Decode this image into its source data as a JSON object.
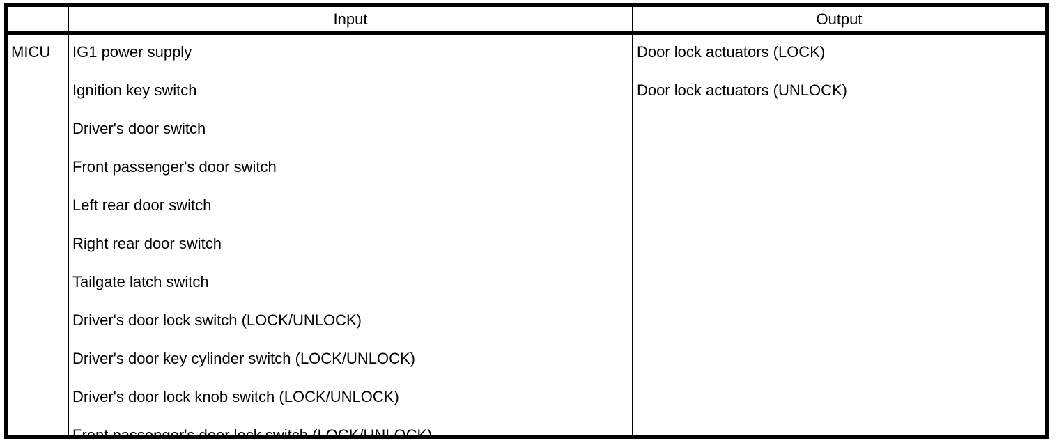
{
  "table": {
    "columns": [
      {
        "key": "system",
        "header": ""
      },
      {
        "key": "input",
        "header": "Input"
      },
      {
        "key": "output",
        "header": "Output"
      }
    ],
    "header": {
      "corner": "",
      "input": "Input",
      "output": "Output"
    },
    "rows": [
      {
        "system": "MICU",
        "input": [
          "IG1 power supply",
          "Ignition key switch",
          "Driver's door switch",
          "Front passenger's door switch",
          "Left rear door switch",
          "Right rear door switch",
          "Tailgate latch switch",
          "Driver's door lock switch (LOCK/UNLOCK)",
          "Driver's door key cylinder switch (LOCK/UNLOCK)",
          "Driver's door lock knob switch (LOCK/UNLOCK)",
          "Front passenger's door lock switch (LOCK/UNLOCK)"
        ],
        "output": [
          "Door lock actuators (LOCK)",
          "Door lock actuators (UNLOCK)"
        ]
      }
    ]
  },
  "colors": {
    "border": "#000000",
    "text": "#000000",
    "background": "#ffffff"
  }
}
